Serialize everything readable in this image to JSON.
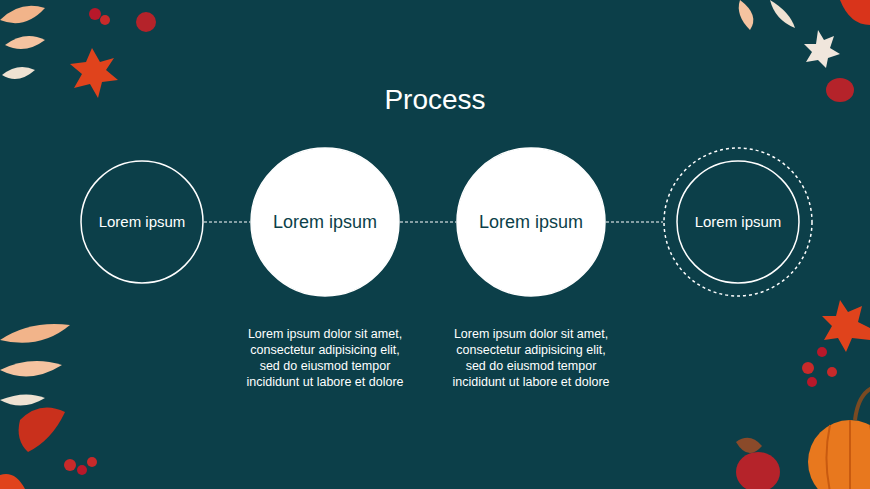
{
  "diagram": {
    "title": "Process",
    "nodes": [
      {
        "text": [
          "Lorem ipsum"
        ]
      },
      {
        "text": [
          "Lorem ipsum",
          "Lorem ipsum dolor sit amet, consectetur adipisicing elit, sed do eiusmod tempor incididunt ut labore et dolore"
        ]
      },
      {
        "text": [
          "Lorem ipsum",
          "Lorem ipsum dolor sit amet, consectetur adipisicing elit, sed do eiusmod tempor incididunt ut labore et dolore"
        ]
      },
      {
        "text": [
          "Lorem ipsum"
        ]
      }
    ],
    "edges": [
      {
        "from": 0,
        "to": 1,
        "arrow": "none"
      },
      {
        "from": 1,
        "to": 2,
        "arrow": "none"
      },
      {
        "from": 2,
        "to": 3,
        "arrow": "none"
      }
    ]
  }
}
